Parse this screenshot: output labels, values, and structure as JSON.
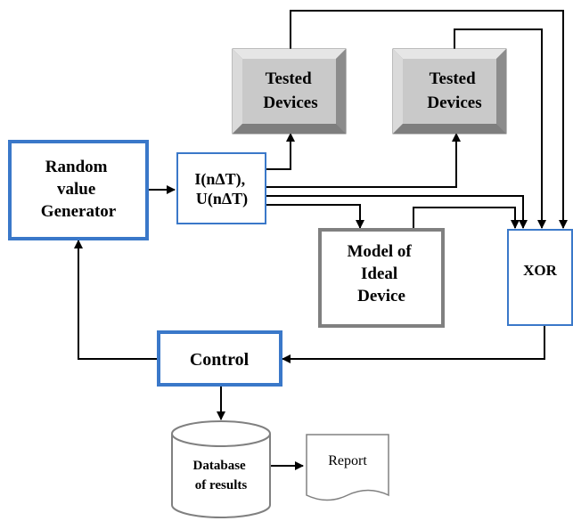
{
  "nodes": {
    "tested_devices_1": {
      "lines": [
        "Tested",
        "Devices"
      ]
    },
    "tested_devices_2": {
      "lines": [
        "Tested",
        "Devices"
      ]
    },
    "random_generator": {
      "lines": [
        "Random",
        "value",
        "Generator"
      ]
    },
    "signals": {
      "lines": [
        "I(nΔT),",
        "U(nΔT)"
      ]
    },
    "model_ideal": {
      "lines": [
        "Model of",
        "Ideal",
        "Device"
      ]
    },
    "xor": {
      "lines": [
        "XOR"
      ]
    },
    "control": {
      "lines": [
        "Control"
      ]
    },
    "database": {
      "lines": [
        "Database",
        "of results"
      ]
    },
    "report": {
      "lines": [
        "Report"
      ]
    }
  },
  "colors": {
    "blue_border": "#3a78c9",
    "gray_border": "#808080",
    "bevel_face": "#c9c9c9",
    "bevel_light": "#e6e6e6",
    "bevel_dark": "#9a9a9a"
  }
}
